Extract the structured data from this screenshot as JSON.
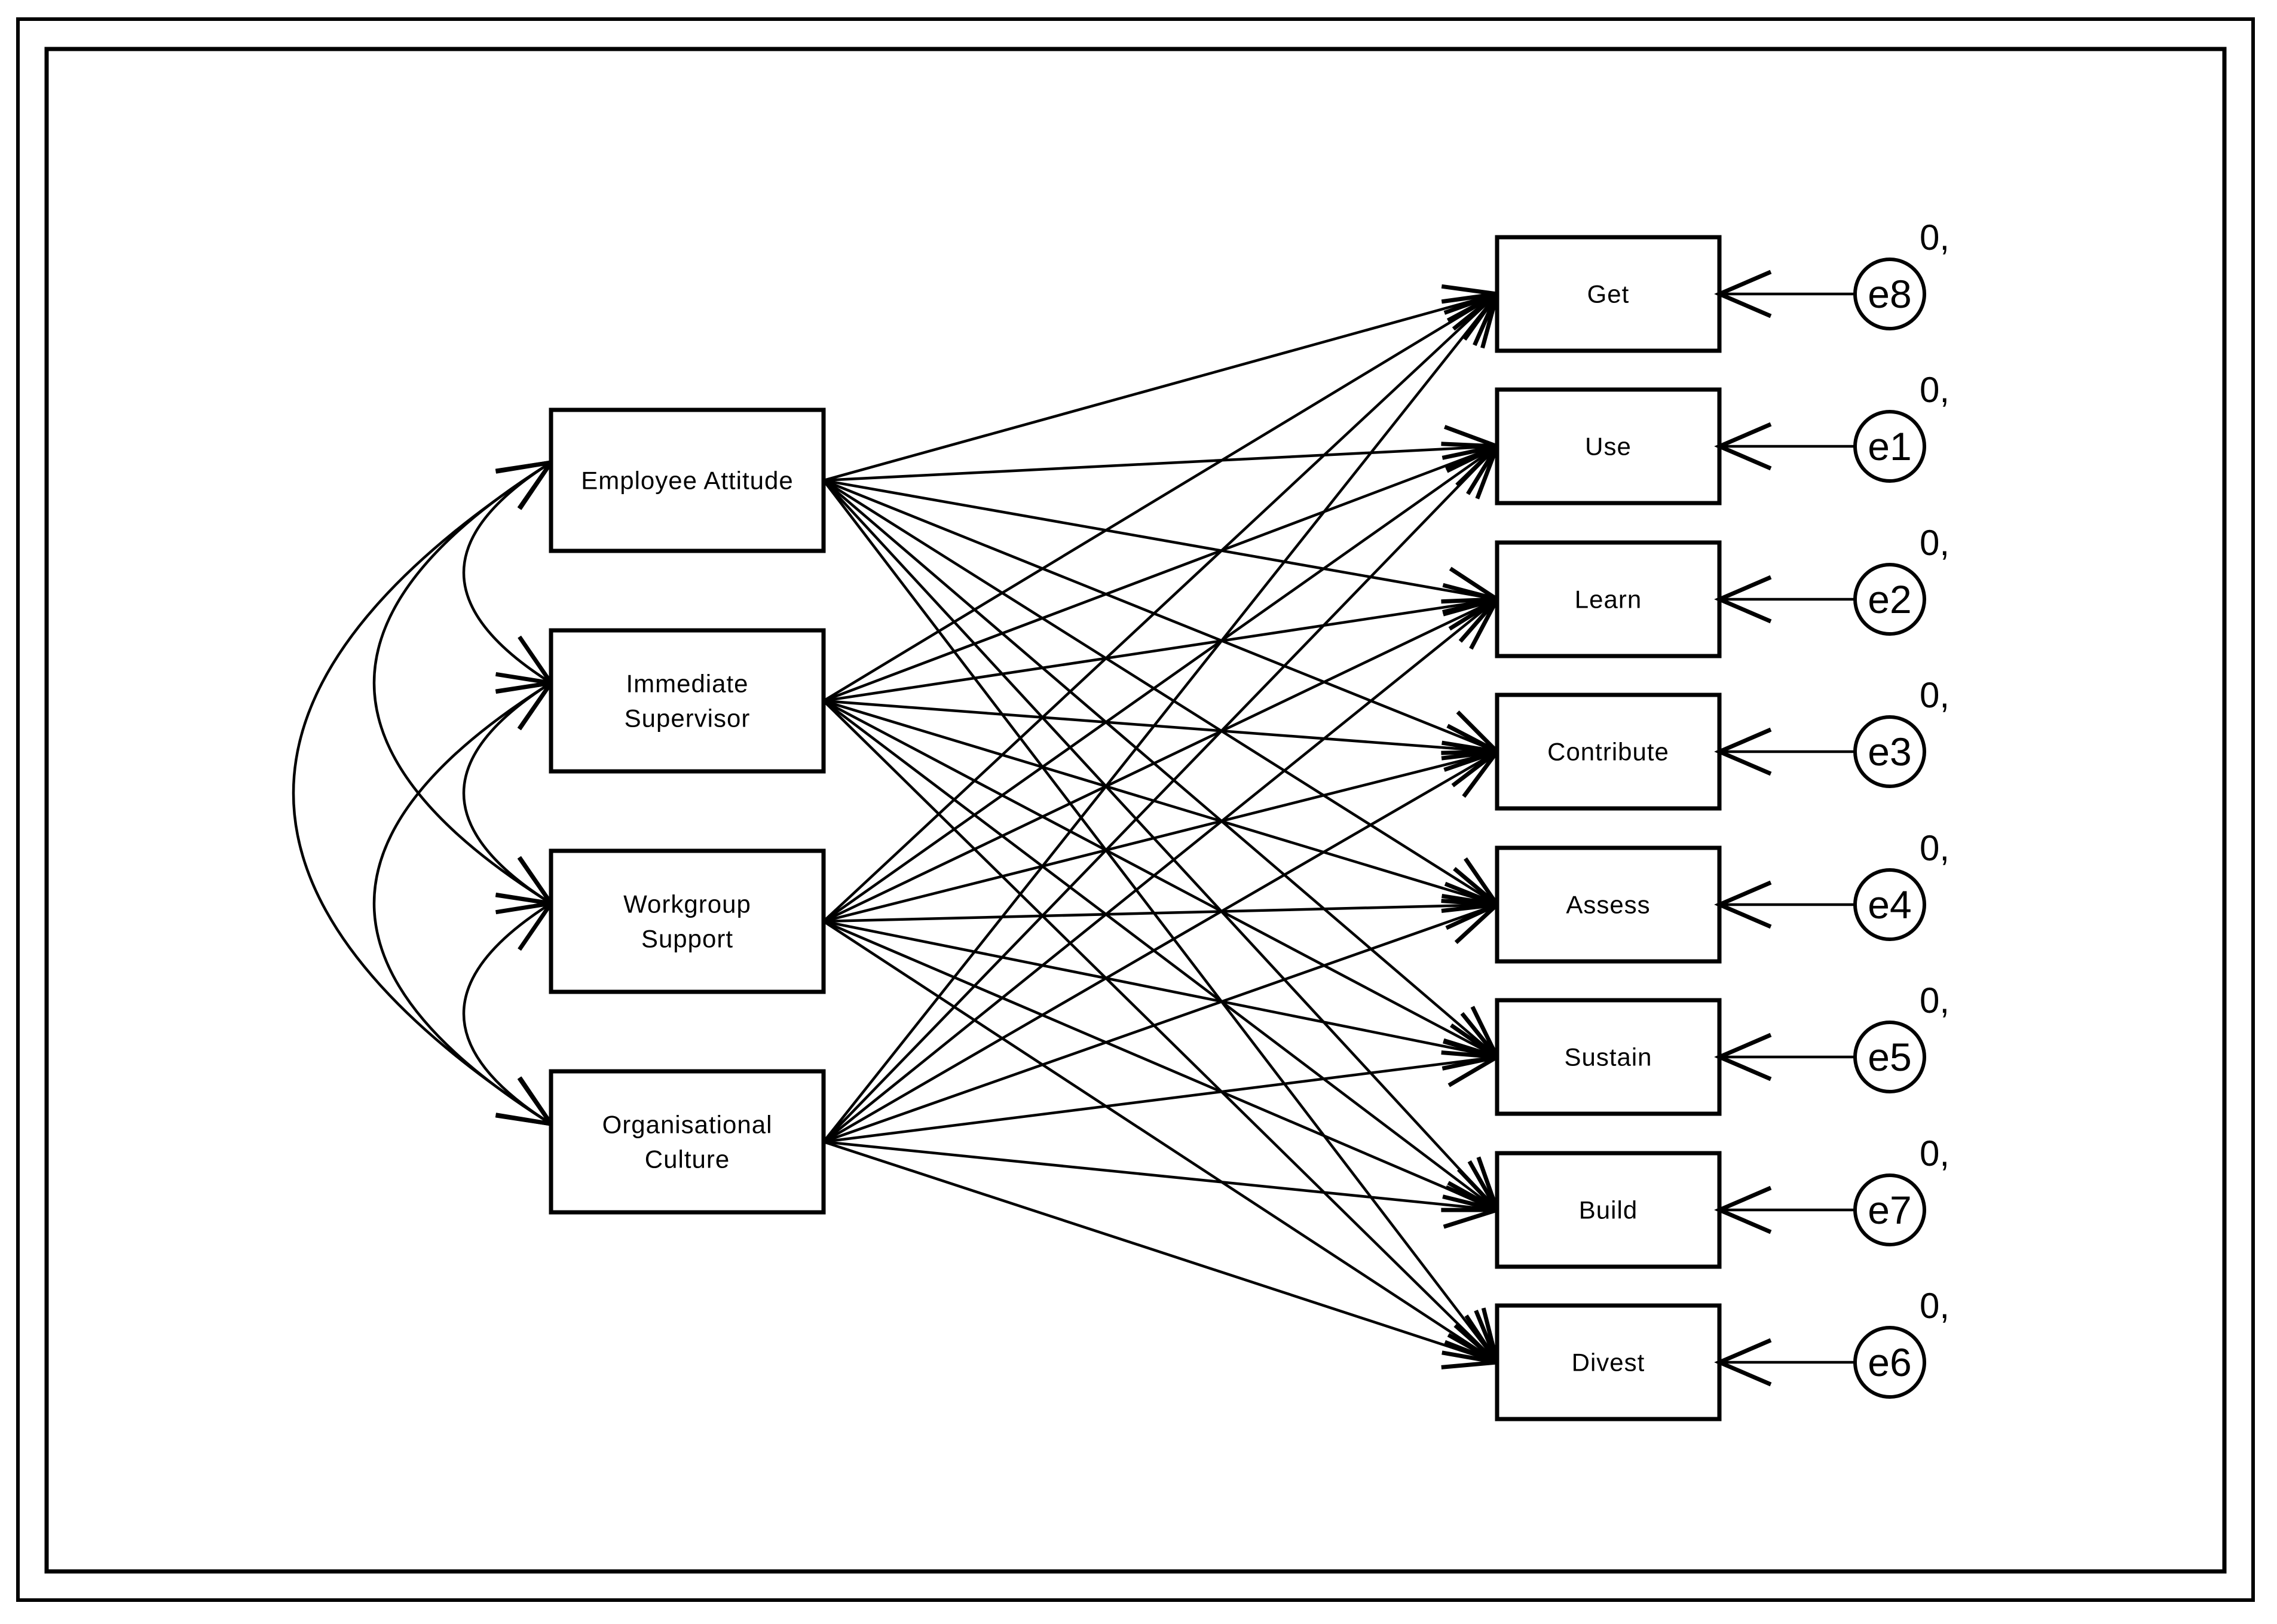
{
  "colors": {
    "ink": "#000000",
    "background": "#ffffff"
  },
  "exogenous": [
    {
      "id": "employee-attitude",
      "label_lines": [
        "Employee Attitude"
      ]
    },
    {
      "id": "immediate-supervisor",
      "label_lines": [
        "Immediate",
        "Supervisor"
      ]
    },
    {
      "id": "workgroup-support",
      "label_lines": [
        "Workgroup",
        "Support"
      ]
    },
    {
      "id": "organisational-culture",
      "label_lines": [
        "Organisational",
        "Culture"
      ]
    }
  ],
  "endogenous": [
    {
      "id": "get",
      "label": "Get",
      "error_label": "e8",
      "mean_label": "0,"
    },
    {
      "id": "use",
      "label": "Use",
      "error_label": "e1",
      "mean_label": "0,"
    },
    {
      "id": "learn",
      "label": "Learn",
      "error_label": "e2",
      "mean_label": "0,"
    },
    {
      "id": "contribute",
      "label": "Contribute",
      "error_label": "e3",
      "mean_label": "0,"
    },
    {
      "id": "assess",
      "label": "Assess",
      "error_label": "e4",
      "mean_label": "0,"
    },
    {
      "id": "sustain",
      "label": "Sustain",
      "error_label": "e5",
      "mean_label": "0,"
    },
    {
      "id": "build",
      "label": "Build",
      "error_label": "e7",
      "mean_label": "0,"
    },
    {
      "id": "divest",
      "label": "Divest",
      "error_label": "e6",
      "mean_label": "0,"
    }
  ],
  "edges": {
    "regressions": [
      [
        0,
        0
      ],
      [
        0,
        1
      ],
      [
        0,
        2
      ],
      [
        0,
        3
      ],
      [
        0,
        4
      ],
      [
        0,
        5
      ],
      [
        0,
        6
      ],
      [
        0,
        7
      ],
      [
        1,
        0
      ],
      [
        1,
        1
      ],
      [
        1,
        2
      ],
      [
        1,
        3
      ],
      [
        1,
        4
      ],
      [
        1,
        5
      ],
      [
        1,
        6
      ],
      [
        1,
        7
      ],
      [
        2,
        0
      ],
      [
        2,
        1
      ],
      [
        2,
        2
      ],
      [
        2,
        3
      ],
      [
        2,
        4
      ],
      [
        2,
        5
      ],
      [
        2,
        6
      ],
      [
        2,
        7
      ],
      [
        3,
        0
      ],
      [
        3,
        1
      ],
      [
        3,
        2
      ],
      [
        3,
        3
      ],
      [
        3,
        4
      ],
      [
        3,
        5
      ],
      [
        3,
        6
      ],
      [
        3,
        7
      ]
    ],
    "covariances": [
      [
        0,
        1
      ],
      [
        0,
        2
      ],
      [
        0,
        3
      ],
      [
        1,
        2
      ],
      [
        1,
        3
      ],
      [
        2,
        3
      ]
    ]
  }
}
